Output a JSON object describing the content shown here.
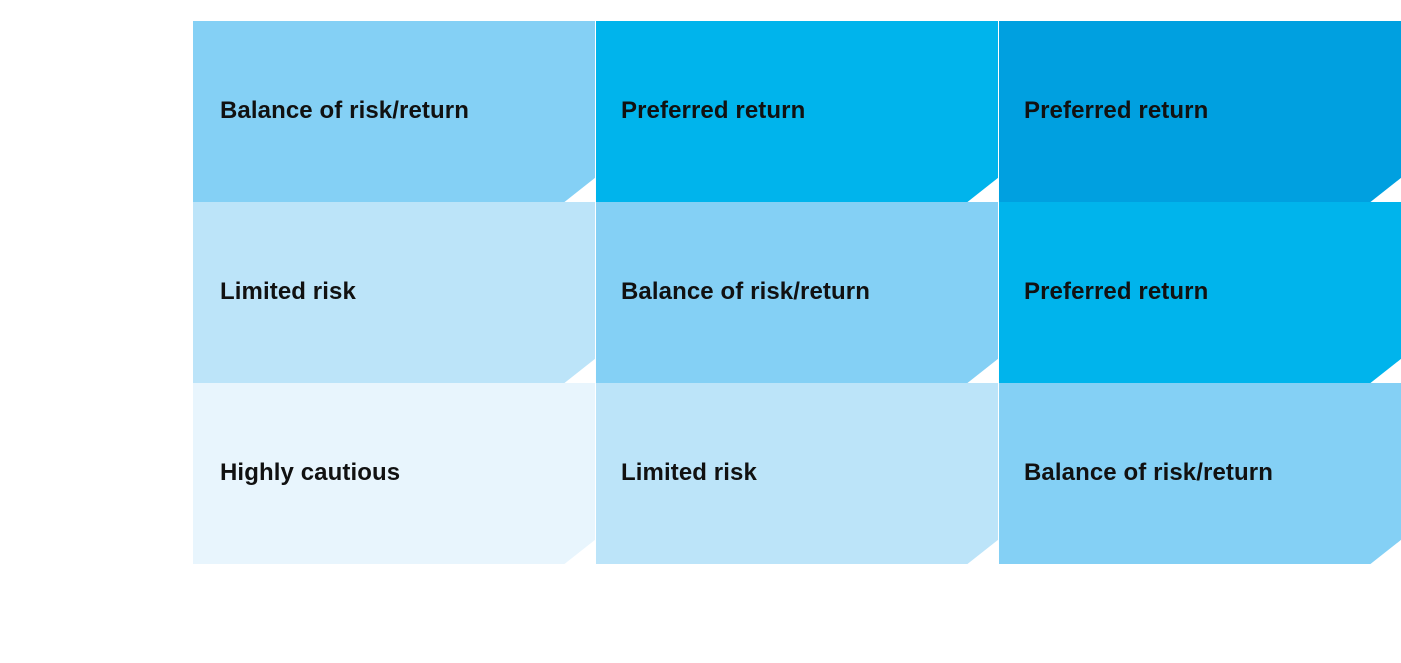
{
  "matrix": {
    "rows": [
      [
        {
          "label": "Balance of risk/return",
          "color": "#84d0f5"
        },
        {
          "label": "Preferred return",
          "color": "#00b4ec"
        },
        {
          "label": "Preferred return",
          "color": "#00a0e0"
        }
      ],
      [
        {
          "label": "Limited risk",
          "color": "#bce4f9"
        },
        {
          "label": "Balance of risk/return",
          "color": "#84d0f5"
        },
        {
          "label": "Preferred return",
          "color": "#00b4ec"
        }
      ],
      [
        {
          "label": "Highly cautious",
          "color": "#e8f5fd"
        },
        {
          "label": "Limited risk",
          "color": "#bce4f9"
        },
        {
          "label": "Balance of risk/return",
          "color": "#84d0f5"
        }
      ]
    ]
  }
}
